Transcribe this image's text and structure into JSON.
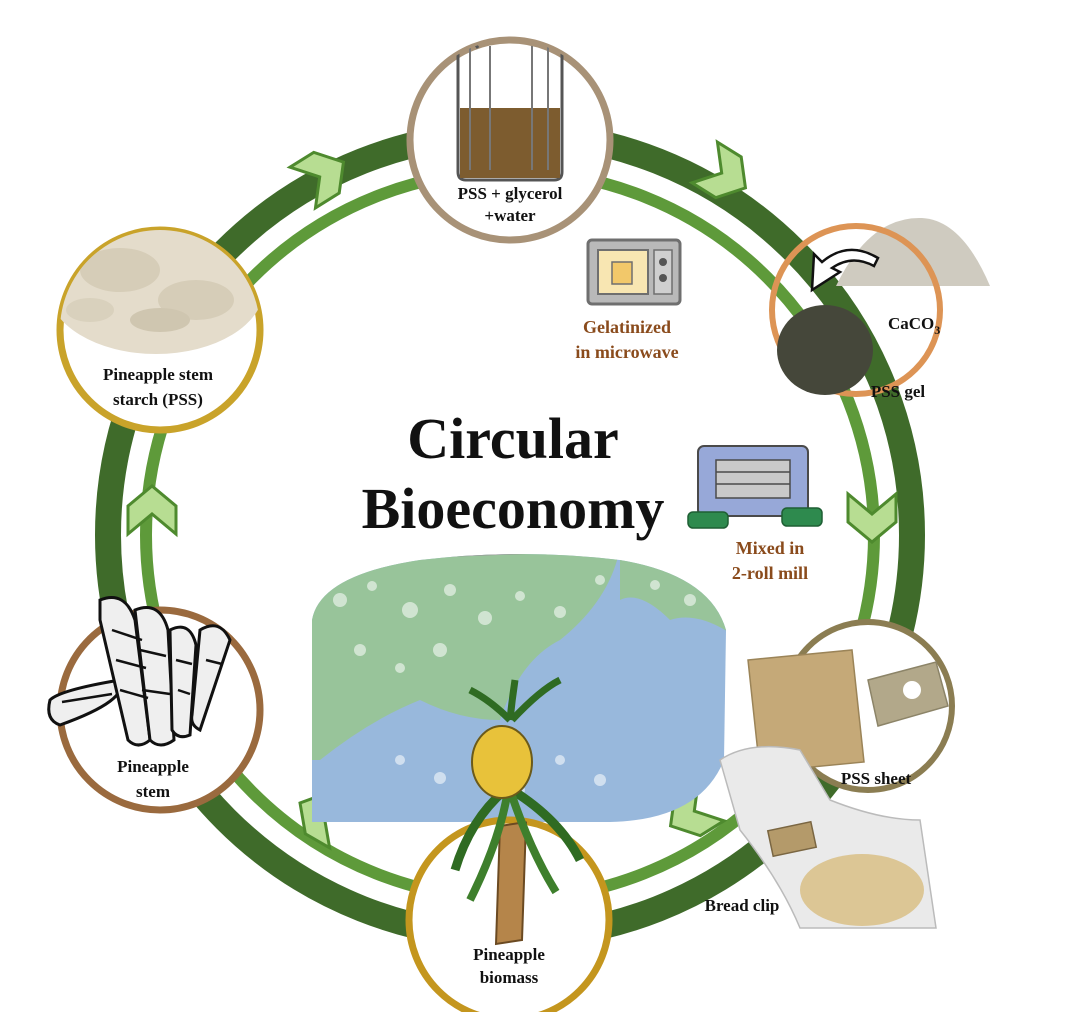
{
  "title": {
    "line1": "Circular",
    "line2": "Bioeconomy"
  },
  "nodes": {
    "pss_mixture": {
      "line1": "PSS + glycerol",
      "line2": "+water"
    },
    "pss_gel": {
      "label": "PSS gel",
      "caco3_main": "CaCO",
      "caco3_sub": "3"
    },
    "pss_sheet": {
      "label": "PSS sheet"
    },
    "bread_clip": {
      "label": "Bread clip"
    },
    "pineapple_biomass": {
      "line1": "Pineapple",
      "line2": "biomass"
    },
    "pineapple_stem": {
      "line1": "Pineapple",
      "line2": "stem"
    },
    "pineapple_starch": {
      "line1": "Pineapple stem",
      "line2": "starch (PSS)"
    }
  },
  "processes": {
    "microwave": {
      "line1": "Gelatinized",
      "line2": "in microwave"
    },
    "mill": {
      "line1": "Mixed in",
      "line2": "2-roll mill"
    }
  },
  "colors": {
    "ring_dark": "#3f6b2a",
    "ring_light": "#5e9a3a",
    "chevron_fill": "#b7dd92",
    "chevron_stroke": "#4e8a2e",
    "border_beaker": "#a89277",
    "border_gel": "#dd9455",
    "border_sheet": "#8b7d52",
    "border_biomass": "#c4961e",
    "border_stem": "#9a6a3e",
    "border_starch": "#c9a32a",
    "process_text": "#8a4b1c",
    "map_land": "#98c49a",
    "map_water": "#98b8dc"
  }
}
